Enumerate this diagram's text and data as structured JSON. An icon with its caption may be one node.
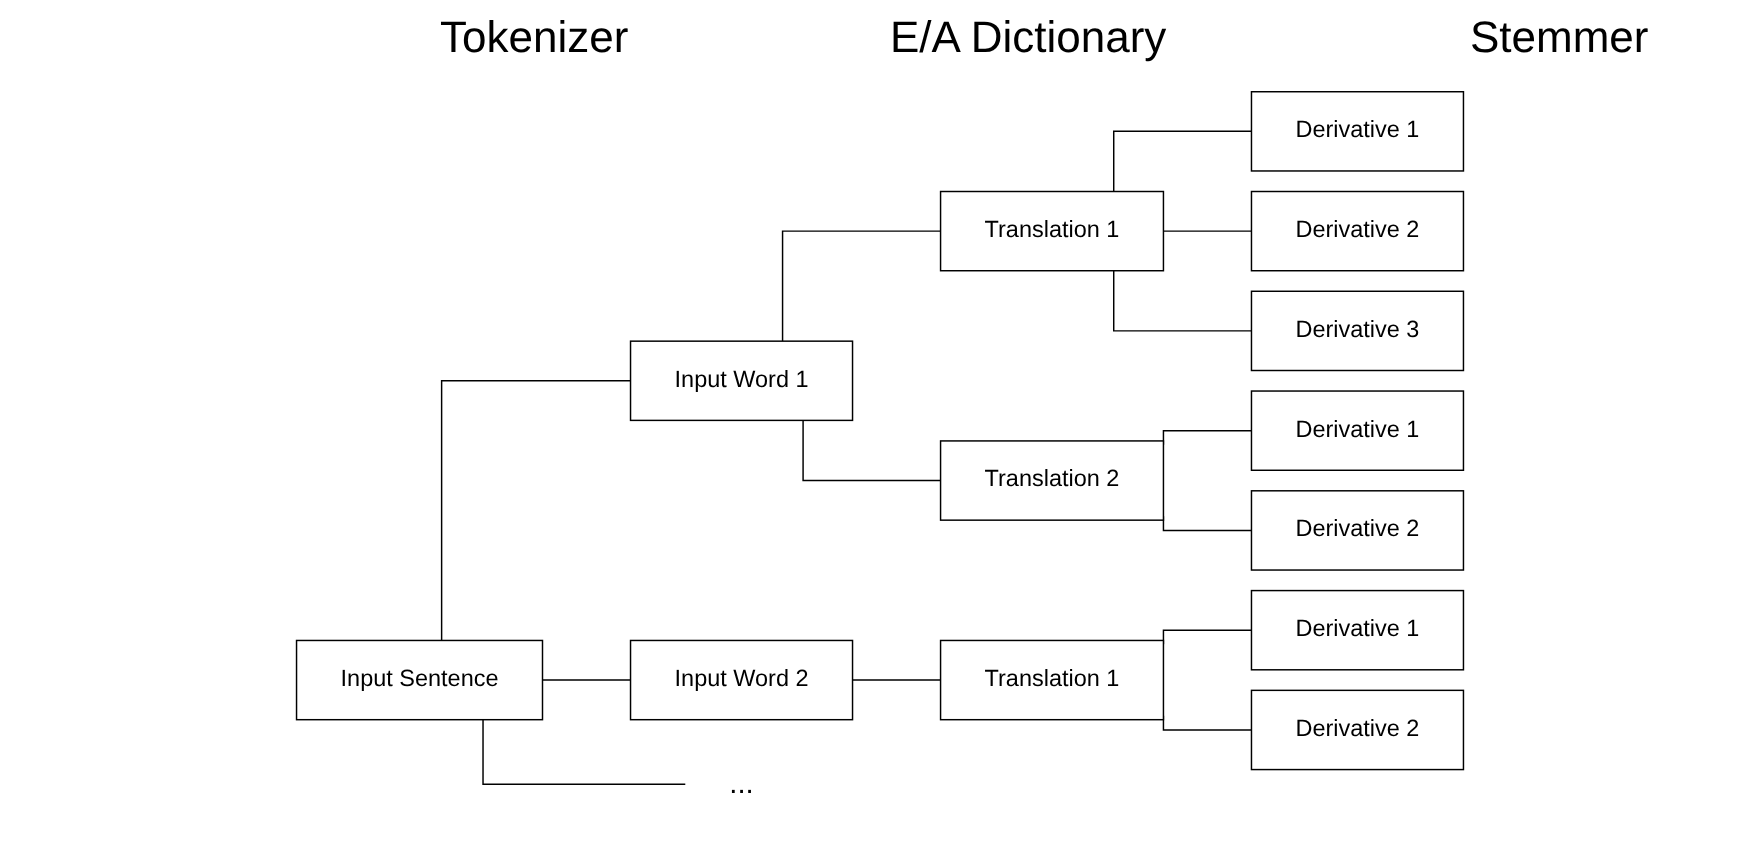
{
  "diagram": {
    "nodes": [
      {
        "text": [
          "Input Sentence"
        ]
      },
      {
        "text": [
          "Input Word 1"
        ]
      },
      {
        "text": [
          "Input Word 2"
        ]
      },
      {
        "text": [
          "..."
        ]
      },
      {
        "text": [
          "Translation 1"
        ]
      },
      {
        "text": [
          "Translation 2"
        ]
      },
      {
        "text": [
          "Translation 1"
        ]
      },
      {
        "text": [
          "Derivative 1"
        ]
      },
      {
        "text": [
          "Derivative 2"
        ]
      },
      {
        "text": [
          "Derivative 3"
        ]
      },
      {
        "text": [
          "Derivative 1"
        ]
      },
      {
        "text": [
          "Derivative 2"
        ]
      },
      {
        "text": [
          "Derivative 1"
        ]
      },
      {
        "text": [
          "Derivative 2"
        ]
      }
    ],
    "edges": [
      {
        "from": 0,
        "to": 1,
        "arrow": "none"
      },
      {
        "from": 0,
        "to": 2,
        "arrow": "none"
      },
      {
        "from": 0,
        "to": 3,
        "arrow": "none"
      },
      {
        "from": 1,
        "to": 4,
        "arrow": "none"
      },
      {
        "from": 1,
        "to": 5,
        "arrow": "none"
      },
      {
        "from": 4,
        "to": 7,
        "arrow": "none"
      },
      {
        "from": 4,
        "to": 8,
        "arrow": "none"
      },
      {
        "from": 4,
        "to": 9,
        "arrow": "none"
      },
      {
        "from": 5,
        "to": 10,
        "arrow": "none"
      },
      {
        "from": 5,
        "to": 11,
        "arrow": "none"
      },
      {
        "from": 2,
        "to": 6,
        "arrow": "none"
      },
      {
        "from": 6,
        "to": 12,
        "arrow": "none"
      },
      {
        "from": 6,
        "to": 13,
        "arrow": "none"
      }
    ],
    "labels": [
      "Tokenizer",
      "E/A Dictionary",
      "Stemmer"
    ]
  }
}
